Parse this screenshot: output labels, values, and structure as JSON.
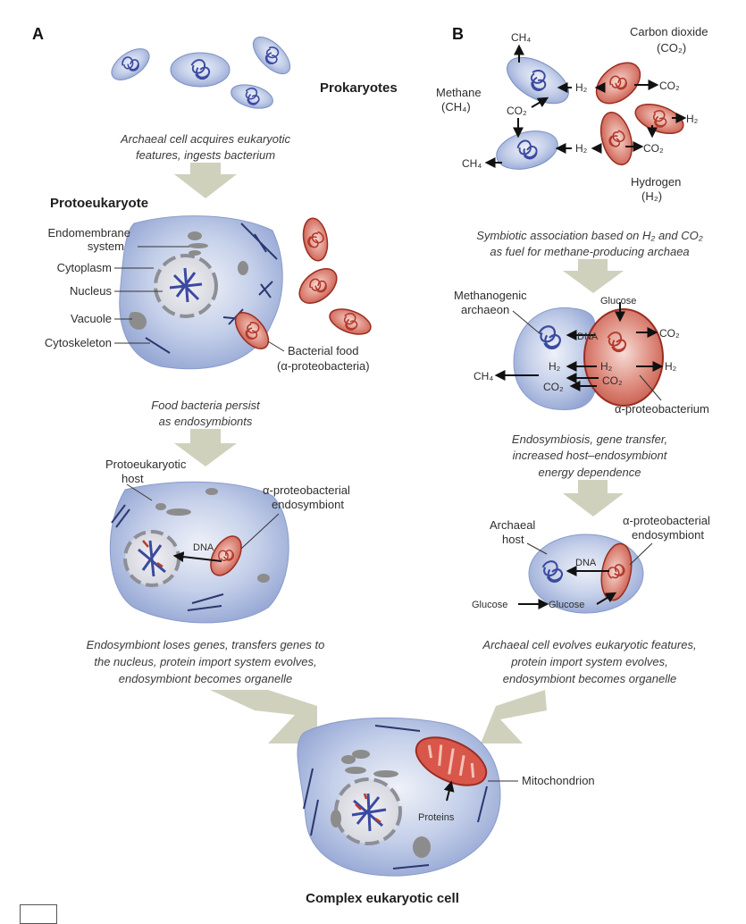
{
  "panels": {
    "a": {
      "letter": "A",
      "prokaryotes": "Prokaryotes",
      "step1_line1": "Archaeal cell acquires eukaryotic",
      "step1_line2": "features, ingests bacterium",
      "protoeukaryote_title": "Protoeukaryote",
      "labels": {
        "endomembrane_1": "Endomembrane",
        "endomembrane_2": "system",
        "cytoplasm": "Cytoplasm",
        "nucleus": "Nucleus",
        "vacuole": "Vacuole",
        "cytoskeleton": "Cytoskeleton",
        "bacterial_food_1": "Bacterial food",
        "bacterial_food_2": "(α-proteobacteria)"
      },
      "step2_line1": "Food bacteria persist",
      "step2_line2": "as endosymbionts",
      "host_1": "Protoeukaryotic",
      "host_2": "host",
      "endo_1": "α-proteobacterial",
      "endo_2": "endosymbiont",
      "dna": "DNA",
      "step3_line1": "Endosymbiont loses genes, transfers genes to",
      "step3_line2": "the nucleus, protein import system evolves,",
      "step3_line3": "endosymbiont becomes organelle"
    },
    "b": {
      "letter": "B",
      "ch4": "CH₄",
      "methane_1": "Methane",
      "methane_2": "(CH₄)",
      "co2": "CO₂",
      "h2": "H₂",
      "carbon_dioxide_1": "Carbon dioxide",
      "carbon_dioxide_2": "(CO₂)",
      "hydrogen_1": "Hydrogen",
      "hydrogen_2": "(H₂)",
      "step1_line1": "Symbiotic association based on H₂ and CO₂",
      "step1_line2": "as fuel for methane-producing archaea",
      "methanogenic_1": "Methanogenic",
      "methanogenic_2": "archaeon",
      "glucose": "Glucose",
      "dna": "DNA",
      "alpha_bacterium": "α-proteobacterium",
      "step2_line1": "Endosymbiosis, gene transfer,",
      "step2_line2": "increased host–endosymbiont",
      "step2_line3": "energy dependence",
      "archaeal_host_1": "Archaeal",
      "archaeal_host_2": "host",
      "endo_1": "α-proteobacterial",
      "endo_2": "endosymbiont",
      "step3_line1": "Archaeal cell evolves eukaryotic features,",
      "step3_line2": "protein import system evolves,",
      "step3_line3": "endosymbiont becomes organelle"
    }
  },
  "final": {
    "mitochondrion": "Mitochondrion",
    "proteins": "Proteins",
    "title": "Complex eukaryotic cell"
  },
  "colors": {
    "archaea_fill": "#a9b8dc",
    "bacteria_fill": "#cf6e60",
    "bacteria_stroke": "#9b2d22",
    "arrow_fill": "#cfd1bd",
    "dna_blue": "#3b4aa0",
    "organelle_gray": "#8c8c8c"
  }
}
